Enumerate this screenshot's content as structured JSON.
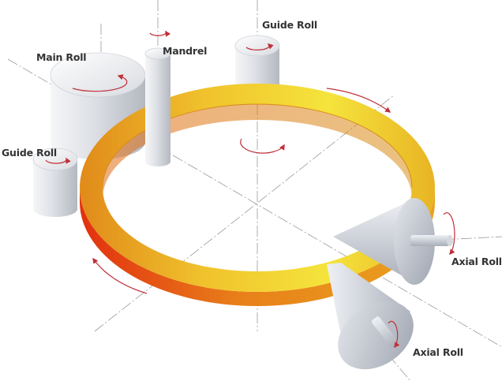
{
  "labels": {
    "main_roll": "Main Roll",
    "mandrel": "Mandrel",
    "guide_roll_top": "Guide Roll",
    "guide_roll_left": "Guide Roll",
    "axial_roll_right": "Axial Roll",
    "axial_roll_bottom": "Axial Roll"
  },
  "colors": {
    "ring_top_light": "#f3e43a",
    "ring_top_dark": "#e8a21d",
    "ring_side_red": "#e23b12",
    "arrow": "#c0303a",
    "axis_line": "#9a9a9a",
    "metal_light": "#f4f4f6",
    "metal_dark": "#b8bcc4",
    "label_text": "#333333"
  }
}
